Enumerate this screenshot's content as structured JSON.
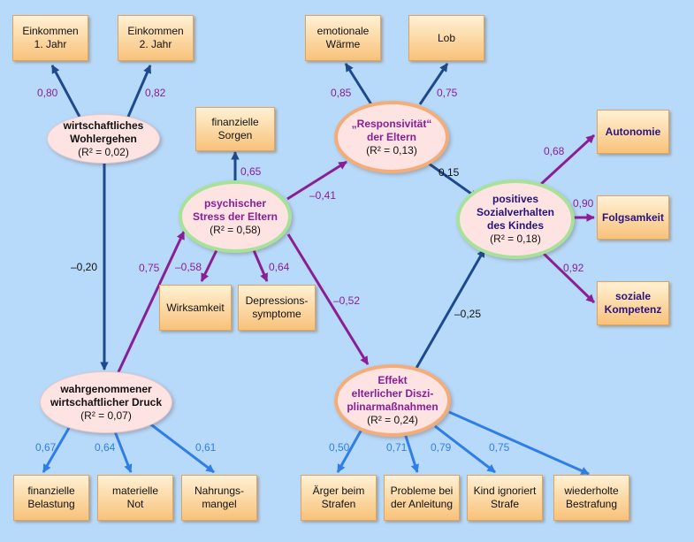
{
  "colors": {
    "background": "#b8dafa",
    "navy_path": "#1e4a8c",
    "purple_path": "#8a1e96",
    "blue_path": "#2f7ee8"
  },
  "boxes": {
    "einkommen_1": "Einkommen\n1. Jahr",
    "einkommen_2": "Einkommen\n2. Jahr",
    "finanzielle_sorgen": "finanzielle\nSorgen",
    "wirksamkeit": "Wirksamkeit",
    "depressionssymptome": "Depressions-\nsymptome",
    "emotionale_waerme": "emotionale\nWärme",
    "lob": "Lob",
    "autonomie": "Autonomie",
    "folgsamkeit": "Folgsamkeit",
    "soziale_kompetenz": "soziale\nKompetenz",
    "finanzielle_belastung": "finanzielle\nBelastung",
    "materielle_not": "materielle\nNot",
    "nahrungsmangel": "Nahrungs-\nmangel",
    "aerger_beim_strafen": "Ärger beim\nStrafen",
    "probleme_anleitung": "Probleme bei\nder Anleitung",
    "kind_ignoriert_strafe": "Kind ignoriert\nStrafe",
    "wiederholte_bestrafung": "wiederholte\nBestrafung"
  },
  "ellipses": {
    "wohlergehen": {
      "name": "wirtschaftliches\nWohlergehen",
      "r2": "(R² = 0,02)"
    },
    "stress": {
      "name": "psychischer\nStress der Eltern",
      "r2": "(R² = 0,58)"
    },
    "responsivitaet": {
      "name": "„Responsivität“\nder Eltern",
      "r2": "(R² = 0,13)"
    },
    "sozialverhalten": {
      "name": "positives\nSozialverhalten\ndes Kindes",
      "r2": "(R² = 0,18)"
    },
    "druck": {
      "name": "wahrgenommener\nwirtschaftlicher Druck",
      "r2": "(R² = 0,07)"
    },
    "disziplin": {
      "name": "Effekt\nelterlicher Diszi-\nplinarmaßnahmen",
      "r2": "(R² = 0,24)"
    }
  },
  "coefficients": {
    "ek1": "0,80",
    "ek2": "0,82",
    "wohl_druck": "–0,20",
    "fin_sorgen": "0,65",
    "druck_stress": "0,75",
    "wirksamkeit": "–0,58",
    "depression": "0,64",
    "stress_resp": "–0,41",
    "stress_disz": "–0,52",
    "waerme": "0,85",
    "lob": "0,75",
    "resp_sozial": "0,15",
    "disz_sozial": "–0,25",
    "autonomie": "0,68",
    "folgsamkeit": "0,90",
    "soz_kompetenz": "0,92",
    "fin_belastung": "0,67",
    "mat_not": "0,64",
    "nahrung": "0,61",
    "aerger": "0,50",
    "probleme": "0,71",
    "ignoriert": "0,79",
    "wiederholt": "0,75"
  }
}
